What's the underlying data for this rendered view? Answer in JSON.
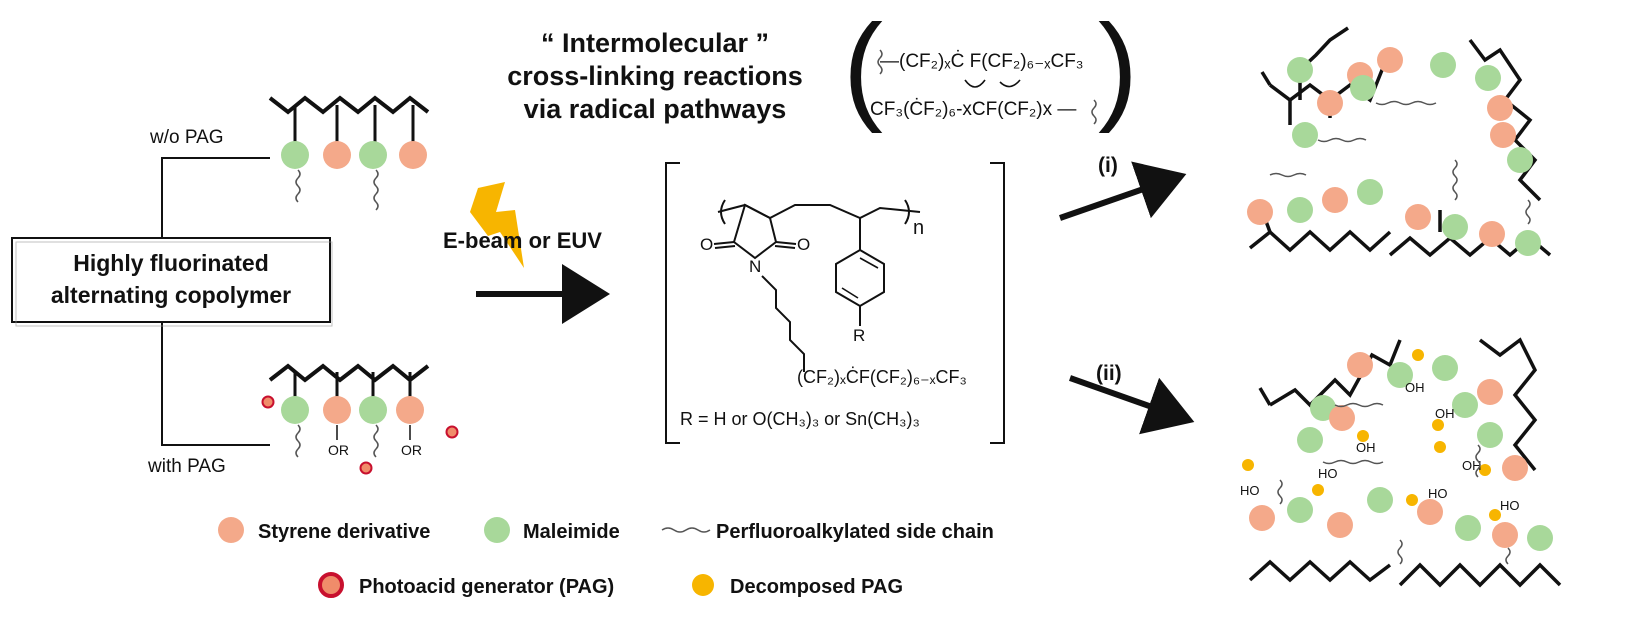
{
  "title": {
    "line1": "“ Intermolecular ”",
    "line2": "cross-linking reactions",
    "line3": "via radical pathways"
  },
  "radical_scheme": {
    "top_chain": "—(CF₂)ₓĊ F(CF₂)₆₋ₓCF₃",
    "bottom_chain": "CF₃(ĊF₂)₆-xCF(CF₂)x —"
  },
  "copolymer_box": {
    "line1": "Highly fluorinated",
    "line2": "alternating copolymer"
  },
  "branch_labels": {
    "without_pag": "w/o PAG",
    "with_pag": "with PAG"
  },
  "side_group_label": "OR",
  "beam_label": "E-beam or EUV",
  "structure": {
    "repeat_subscript": "n",
    "imide_oxygen": "O",
    "imide_nitrogen": "N",
    "substituent": "R",
    "fluoro_chain": "(CF₂)ₓĊF(CF₂)₆₋ₓCF₃",
    "r_definition": "R = H or O(CH₃)₃ or Sn(CH₃)₃"
  },
  "pathways": {
    "path_i": "(i)",
    "path_ii": "(ii)"
  },
  "hydroxyl_label": "OH",
  "hydroxyl_label_alt": "HO",
  "legend": {
    "styrene": "Styrene derivative",
    "maleimide": "Maleimide",
    "side_chain": "Perfluoroalkylated side chain",
    "pag": "Photoacid generator (PAG)",
    "decomposed_pag": "Decomposed PAG"
  },
  "colors": {
    "styrene": "#f4a98a",
    "maleimide": "#a8d89a",
    "pag_fill": "#f08c6a",
    "pag_ring": "#c8102e",
    "decomposed_pag": "#f7b500",
    "lightning": "#f7b500"
  }
}
